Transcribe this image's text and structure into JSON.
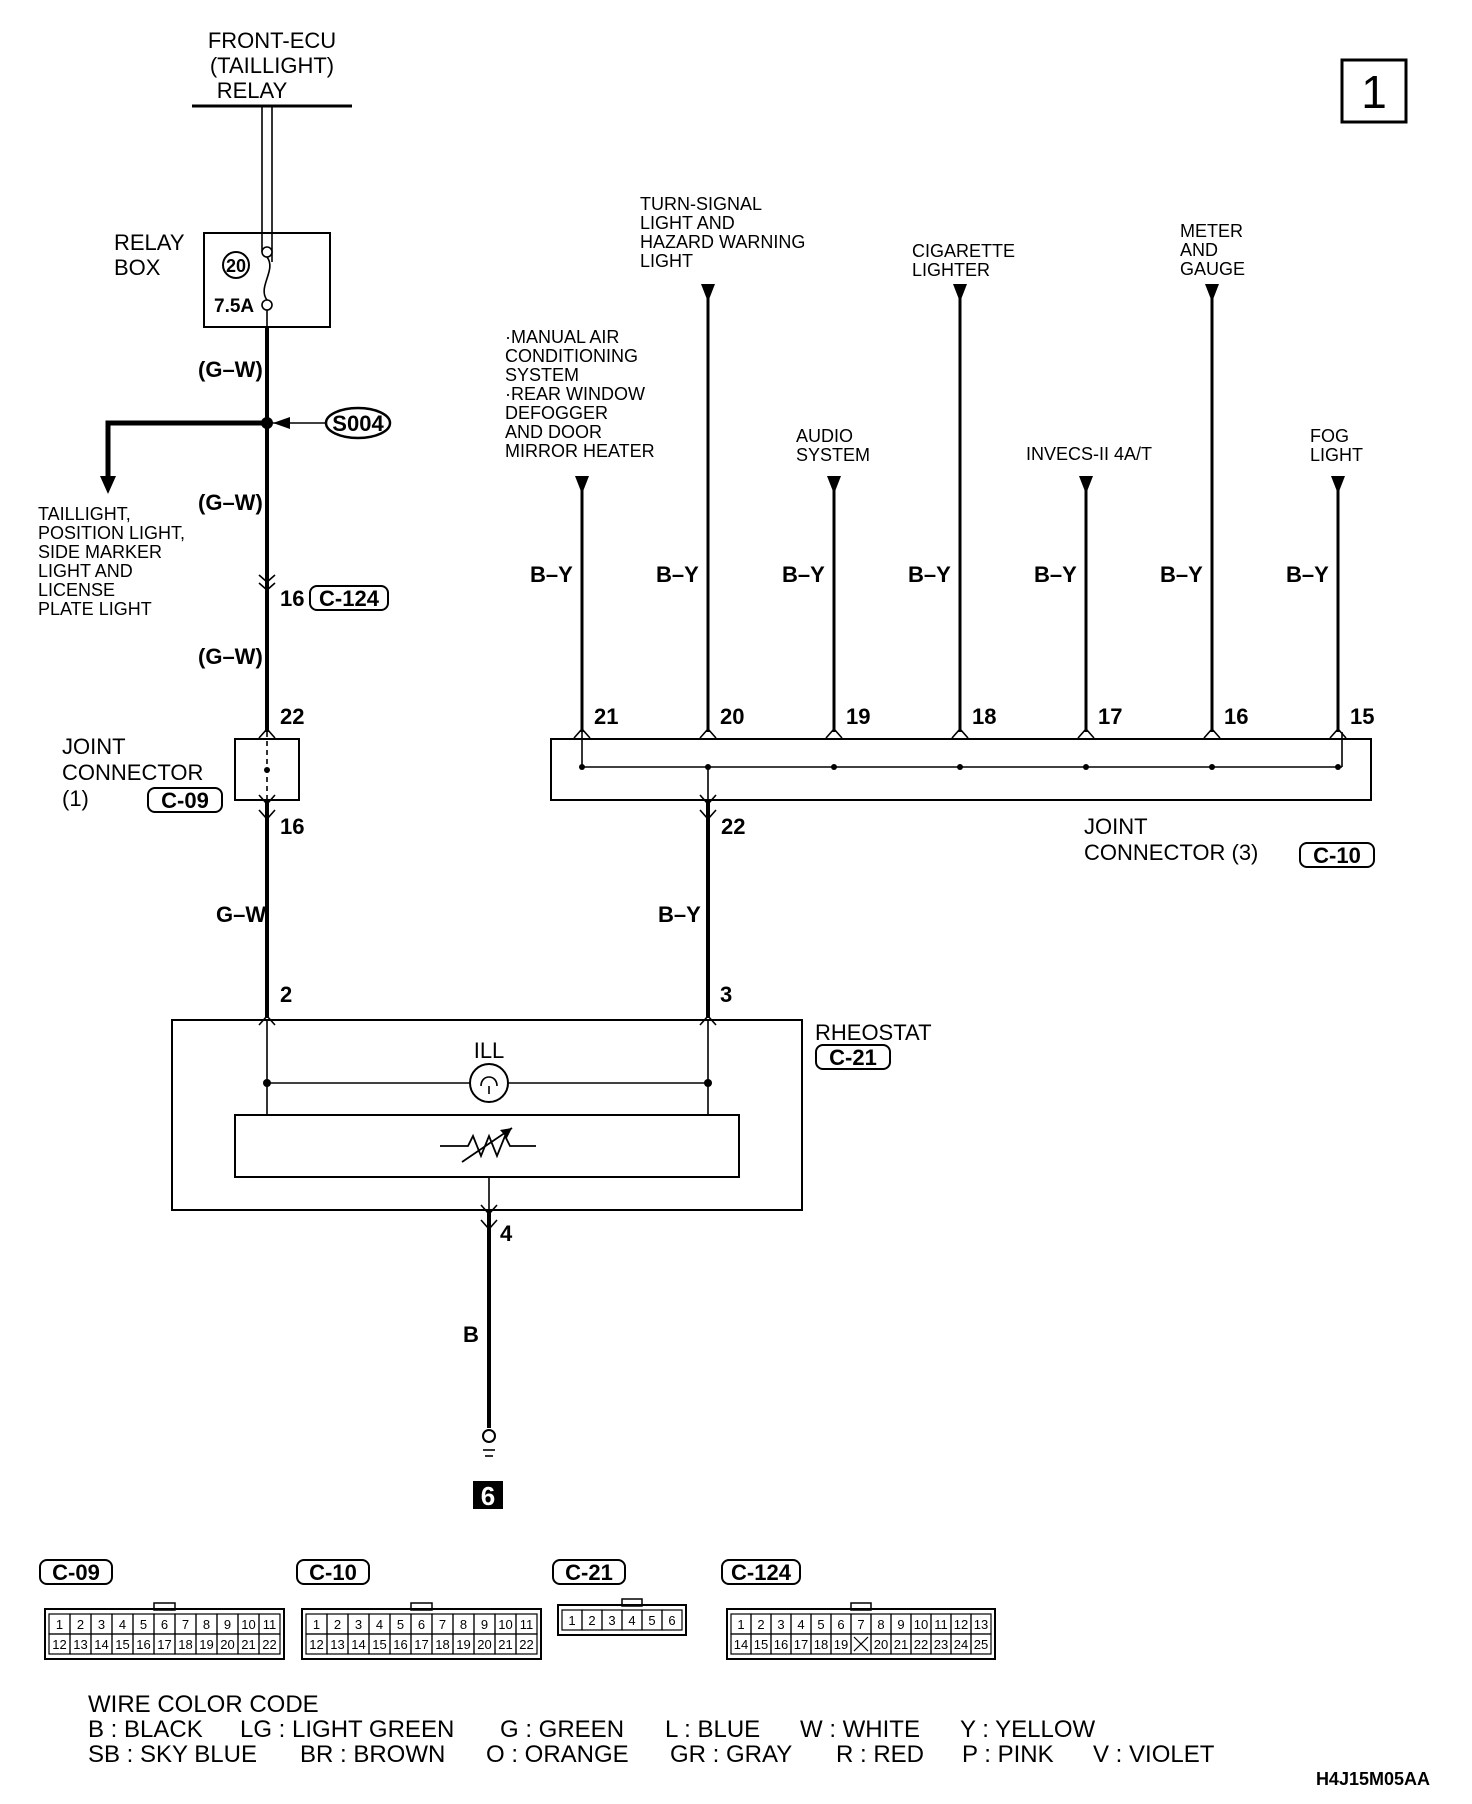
{
  "page_number": "1",
  "figure_code": "H4J15M05AA",
  "supply": {
    "l1": "FRONT-ECU",
    "l2": "(TAILLIGHT)",
    "l3": "RELAY"
  },
  "relay_box": {
    "l1": "RELAY",
    "l2": "BOX",
    "fuse_no": "20",
    "rating": "7.5A"
  },
  "splice": {
    "id": "S004"
  },
  "left_feed": {
    "wire1": "(G–W)",
    "wire2": "(G–W)",
    "wire3": "(G–W)",
    "wire4": "G–W",
    "pin1": "16",
    "conn1": "C-124",
    "pin2": "22",
    "pin3": "16"
  },
  "taillight_branch": {
    "lines": [
      "TAILLIGHT,",
      "POSITION LIGHT,",
      "SIDE MARKER",
      "LIGHT AND",
      "LICENSE",
      "PLATE LIGHT"
    ]
  },
  "joint1": {
    "l1": "JOINT",
    "l2": "CONNECTOR",
    "l3": "(1)",
    "conn": "C-09"
  },
  "joint3": {
    "l1": "JOINT",
    "l2": "CONNECTOR (3)",
    "conn": "C-10",
    "out_pin": "22",
    "out_wire": "B–Y"
  },
  "branches": [
    {
      "dest": [
        "·MANUAL AIR",
        "CONDITIONING",
        "SYSTEM",
        "·REAR WINDOW",
        "DEFOGGER",
        "AND DOOR",
        "MIRROR HEATER"
      ],
      "wire": "B–Y",
      "pin": "21"
    },
    {
      "dest": [
        "TURN-SIGNAL",
        "LIGHT AND",
        "HAZARD WARNING",
        "LIGHT"
      ],
      "wire": "B–Y",
      "pin": "20"
    },
    {
      "dest": [
        "AUDIO",
        "SYSTEM"
      ],
      "wire": "B–Y",
      "pin": "19"
    },
    {
      "dest": [
        "CIGARETTE",
        "LIGHTER"
      ],
      "wire": "B–Y",
      "pin": "18"
    },
    {
      "dest": [
        "INVECS-II 4A/T"
      ],
      "wire": "B–Y",
      "pin": "17"
    },
    {
      "dest": [
        "METER",
        "AND",
        "GAUGE"
      ],
      "wire": "B–Y",
      "pin": "16"
    },
    {
      "dest": [
        "FOG",
        "LIGHT"
      ],
      "wire": "B–Y",
      "pin": "15"
    }
  ],
  "rheostat": {
    "label": "RHEOSTAT",
    "conn": "C-21",
    "lamp": "ILL",
    "pin_left": "2",
    "pin_right": "3",
    "pin_out": "4",
    "ground_wire": "B",
    "ground_ref": "6"
  },
  "connectors": [
    {
      "id": "C-09",
      "row1": [
        "1",
        "2",
        "3",
        "4",
        "5",
        "6",
        "7",
        "8",
        "9",
        "10",
        "11"
      ],
      "row2": [
        "12",
        "13",
        "14",
        "15",
        "16",
        "17",
        "18",
        "19",
        "20",
        "21",
        "22"
      ]
    },
    {
      "id": "C-10",
      "row1": [
        "1",
        "2",
        "3",
        "4",
        "5",
        "6",
        "7",
        "8",
        "9",
        "10",
        "11"
      ],
      "row2": [
        "12",
        "13",
        "14",
        "15",
        "16",
        "17",
        "18",
        "19",
        "20",
        "21",
        "22"
      ]
    },
    {
      "id": "C-21",
      "row1": [
        "1",
        "2",
        "3",
        "4",
        "5",
        "6"
      ],
      "row2": []
    },
    {
      "id": "C-124",
      "row1": [
        "1",
        "2",
        "3",
        "4",
        "5",
        "6",
        "7",
        "8",
        "9",
        "10",
        "11",
        "12",
        "13"
      ],
      "row2": [
        "14",
        "15",
        "16",
        "17",
        "18",
        "19",
        "",
        "20",
        "21",
        "22",
        "23",
        "24",
        "25"
      ]
    }
  ],
  "color_code": {
    "title": "WIRE COLOR CODE",
    "row1": [
      "B : BLACK",
      "LG : LIGHT GREEN",
      "G : GREEN",
      "L : BLUE",
      "W : WHITE",
      "Y : YELLOW"
    ],
    "row2": [
      "SB : SKY BLUE",
      "BR : BROWN",
      "O : ORANGE",
      "GR : GRAY",
      "R : RED",
      "P : PINK",
      "V : VIOLET"
    ]
  }
}
